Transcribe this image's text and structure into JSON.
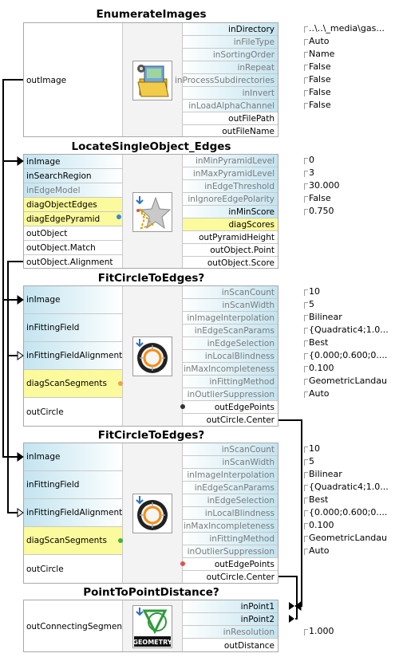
{
  "blocks": [
    {
      "title": "EnumerateImages",
      "outputs_left": [
        "outImage"
      ],
      "inputs": [
        "inDirectory",
        "inFileType",
        "inSortingOrder",
        "inRepeat",
        "inProcessSubdirectories",
        "inInvert",
        "inLoadAlphaChannel"
      ],
      "outputs": [
        "outFilePath",
        "outFileName"
      ],
      "values": [
        "..\\..\\_media\\gas...",
        "Auto",
        "Name",
        "False",
        "False",
        "False",
        "False"
      ]
    },
    {
      "title": "LocateSingleObject_Edges",
      "left_rows": [
        "inImage",
        "inSearchRegion",
        "inEdgeModel",
        "diagObjectEdges",
        "diagEdgePyramid",
        "outObject",
        "outObject.Match",
        "outObject.Alignment"
      ],
      "inputs": [
        "inMinPyramidLevel",
        "inMaxPyramidLevel",
        "inEdgeThreshold",
        "inIgnoreEdgePolarity",
        "inMinScore"
      ],
      "outputs": [
        "diagScores",
        "outPyramidHeight",
        "outObject.Point",
        "outObject.Score"
      ],
      "values": [
        "0",
        "3",
        "30.000",
        "False",
        "0.750"
      ]
    },
    {
      "title": "FitCircleToEdges?",
      "left_rows": [
        "inImage",
        "inFittingField",
        "inFittingFieldAlignment",
        "diagScanSegments",
        "outCircle"
      ],
      "inputs": [
        "inScanCount",
        "inScanWidth",
        "inImageInterpolation",
        "inEdgeScanParams",
        "inEdgeSelection",
        "inLocalBlindness",
        "inMaxIncompleteness",
        "inFittingMethod",
        "inOutlierSuppression"
      ],
      "outputs": [
        "outEdgePoints",
        "outCircle.Center"
      ],
      "values": [
        "10",
        "5",
        "Bilinear",
        "{Quadratic4;1.0...",
        "Best",
        "{0.000;0.600;0....",
        "0.100",
        "GeometricLandau",
        "Auto"
      ]
    },
    {
      "title": "FitCircleToEdges?",
      "left_rows": [
        "inImage",
        "inFittingField",
        "inFittingFieldAlignment",
        "diagScanSegments",
        "outCircle"
      ],
      "inputs": [
        "inScanCount",
        "inScanWidth",
        "inImageInterpolation",
        "inEdgeScanParams",
        "inEdgeSelection",
        "inLocalBlindness",
        "inMaxIncompleteness",
        "inFittingMethod",
        "inOutlierSuppression"
      ],
      "outputs": [
        "outEdgePoints",
        "outCircle.Center"
      ],
      "values": [
        "10",
        "5",
        "Bilinear",
        "{Quadratic4;1.0...",
        "Best",
        "{0.000;0.600;0....",
        "0.100",
        "GeometricLandau",
        "Auto"
      ]
    },
    {
      "title": "PointToPointDistance?",
      "left_rows": [
        "outConnectingSegment"
      ],
      "inputs": [
        "inPoint1",
        "inPoint2",
        "inResolution"
      ],
      "outputs": [
        "outDistance"
      ],
      "values": [
        "1.000"
      ],
      "icon_caption": "GEOMETRY"
    }
  ],
  "icons": [
    "folder-images-icon",
    "locate-star-icon",
    "fit-circle-icon",
    "fit-circle-icon",
    "geometry-icon"
  ],
  "colors": {
    "input_gradient": "#c4e4f0",
    "diag_yellow": "#fbfa9c",
    "wire": "#000000"
  }
}
